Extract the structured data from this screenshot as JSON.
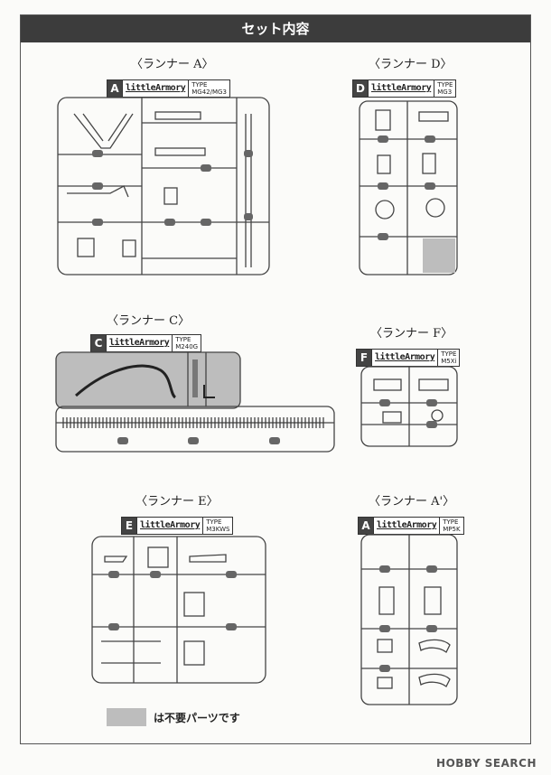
{
  "header": {
    "title": "セット内容"
  },
  "runners": [
    {
      "title": "〈ランナー A〉",
      "letter": "A",
      "brand": "littleArmory",
      "type_line1": "TYPE",
      "type_line2": "MG42/MG3"
    },
    {
      "title": "〈ランナー D〉",
      "letter": "D",
      "brand": "littleArmory",
      "type_line1": "TYPE",
      "type_line2": "MG3"
    },
    {
      "title": "〈ランナー C〉",
      "letter": "C",
      "brand": "littleArmory",
      "type_line1": "TYPE",
      "type_line2": "M240G"
    },
    {
      "title": "〈ランナー F〉",
      "letter": "F",
      "brand": "littleArmory",
      "type_line1": "TYPE",
      "type_line2": "M5Xi"
    },
    {
      "title": "〈ランナー E〉",
      "letter": "E",
      "brand": "littleArmory",
      "type_line1": "TYPE",
      "type_line2": "M3KWS"
    },
    {
      "title": "〈ランナー A'〉",
      "letter": "A",
      "brand": "littleArmory",
      "type_line1": "TYPE",
      "type_line2": "MP5K"
    }
  ],
  "legend": {
    "text": "は不要パーツです",
    "swatch_color": "#bdbdbd"
  },
  "watermark": "HOBBY SEARCH"
}
